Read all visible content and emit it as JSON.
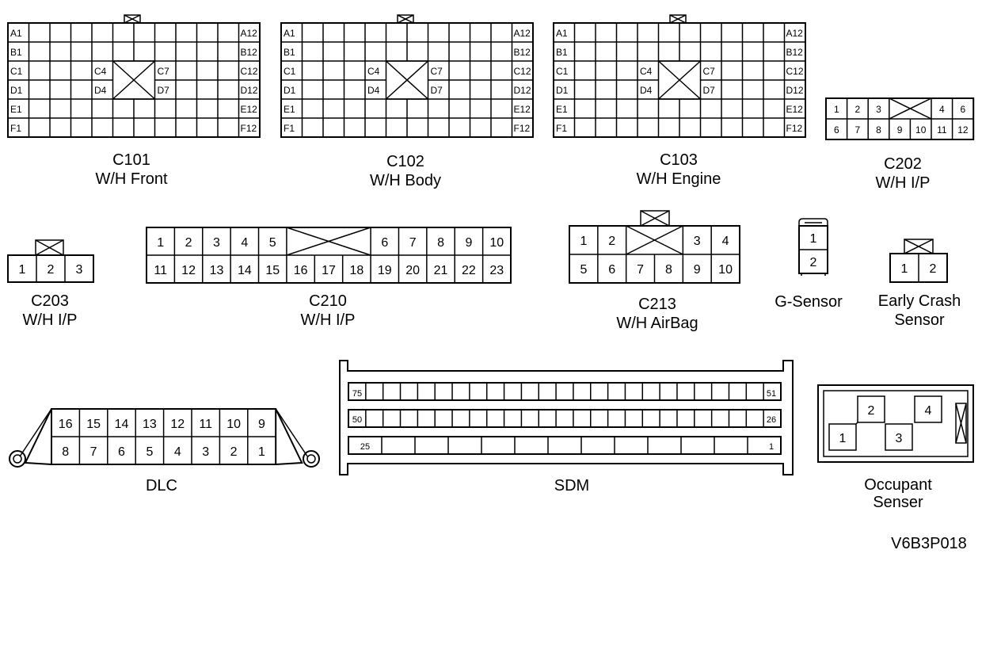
{
  "connectors": {
    "c101": {
      "id": "C101",
      "desc": "W/H Front"
    },
    "c102": {
      "id": "C102",
      "desc": "W/H Body"
    },
    "c103": {
      "id": "C103",
      "desc": "W/H Engine"
    },
    "c202": {
      "id": "C202",
      "desc": "W/H I/P"
    },
    "c203": {
      "id": "C203",
      "desc": "W/H I/P"
    },
    "c210": {
      "id": "C210",
      "desc": "W/H I/P"
    },
    "c213": {
      "id": "C213",
      "desc": "W/H AirBag"
    },
    "gsensor": {
      "id": "G-Sensor"
    },
    "early": {
      "line1": "Early Crash",
      "line2": "Sensor"
    },
    "dlc": {
      "id": "DLC"
    },
    "sdm": {
      "id": "SDM"
    },
    "occupant": {
      "line1": "Occupant",
      "line2": "Senser"
    }
  },
  "grid_pins": {
    "left": [
      "A1",
      "B1",
      "C1",
      "D1",
      "E1",
      "F1"
    ],
    "right": [
      "A12",
      "B12",
      "C12",
      "D12",
      "E12",
      "F12"
    ],
    "center_left": [
      "C4",
      "D4"
    ],
    "center_right": [
      "C7",
      "D7"
    ]
  },
  "c202_pins": {
    "top": [
      "1",
      "2",
      "3",
      "4",
      "6"
    ],
    "bottom": [
      "6",
      "7",
      "8",
      "9",
      "10",
      "11",
      "12"
    ]
  },
  "c203_pins": [
    "1",
    "2",
    "3"
  ],
  "c210_pins": {
    "top": [
      "1",
      "2",
      "3",
      "4",
      "5",
      "6",
      "7",
      "8",
      "9",
      "10"
    ],
    "bottom": [
      "11",
      "12",
      "13",
      "14",
      "15",
      "16",
      "17",
      "18",
      "19",
      "20",
      "21",
      "22",
      "23"
    ]
  },
  "c213_pins": {
    "top": [
      "1",
      "2",
      "3",
      "4"
    ],
    "bottom": [
      "5",
      "6",
      "7",
      "8",
      "9",
      "10"
    ]
  },
  "gsensor_pins": [
    "1",
    "2"
  ],
  "early_pins": [
    "1",
    "2"
  ],
  "dlc_pins": {
    "top": [
      "16",
      "15",
      "14",
      "13",
      "12",
      "11",
      "10",
      "9"
    ],
    "bottom": [
      "8",
      "7",
      "6",
      "5",
      "4",
      "3",
      "2",
      "1"
    ]
  },
  "sdm_pins": {
    "row1_left": "75",
    "row1_right": "51",
    "row2_left": "50",
    "row2_right": "26",
    "row3_left": "25",
    "row3_right": "1"
  },
  "occupant_pins": [
    "1",
    "2",
    "3",
    "4"
  ],
  "figure_code": "V6B3P018"
}
